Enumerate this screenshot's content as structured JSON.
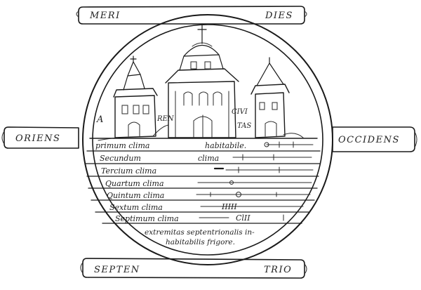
{
  "cardinal": {
    "top_left": "MERI",
    "top_right": "DIES",
    "left": "ORIENS",
    "right": "OCCIDENS",
    "bottom_left": "SEPTEN",
    "bottom_right": "TRIO"
  },
  "city": {
    "left_part1": "A",
    "left_part2": "REN",
    "right_part1": "CIVI",
    "right_part2": "TAS"
  },
  "climata": [
    {
      "label": "primum clima",
      "note": "habitabile."
    },
    {
      "label": "Secundum",
      "note": "clima"
    },
    {
      "label": "Tercium clima"
    },
    {
      "label": "Quartum clima"
    },
    {
      "label": "Quintum clima"
    },
    {
      "label": "Sextum clima"
    },
    {
      "label": "Septimum clima"
    }
  ],
  "septimum_number": "ClII",
  "sextum_marks": "IIIII",
  "bottom_note": {
    "line1": "extremitas septentrionalis in-",
    "line2": "habitabilis frigore."
  }
}
